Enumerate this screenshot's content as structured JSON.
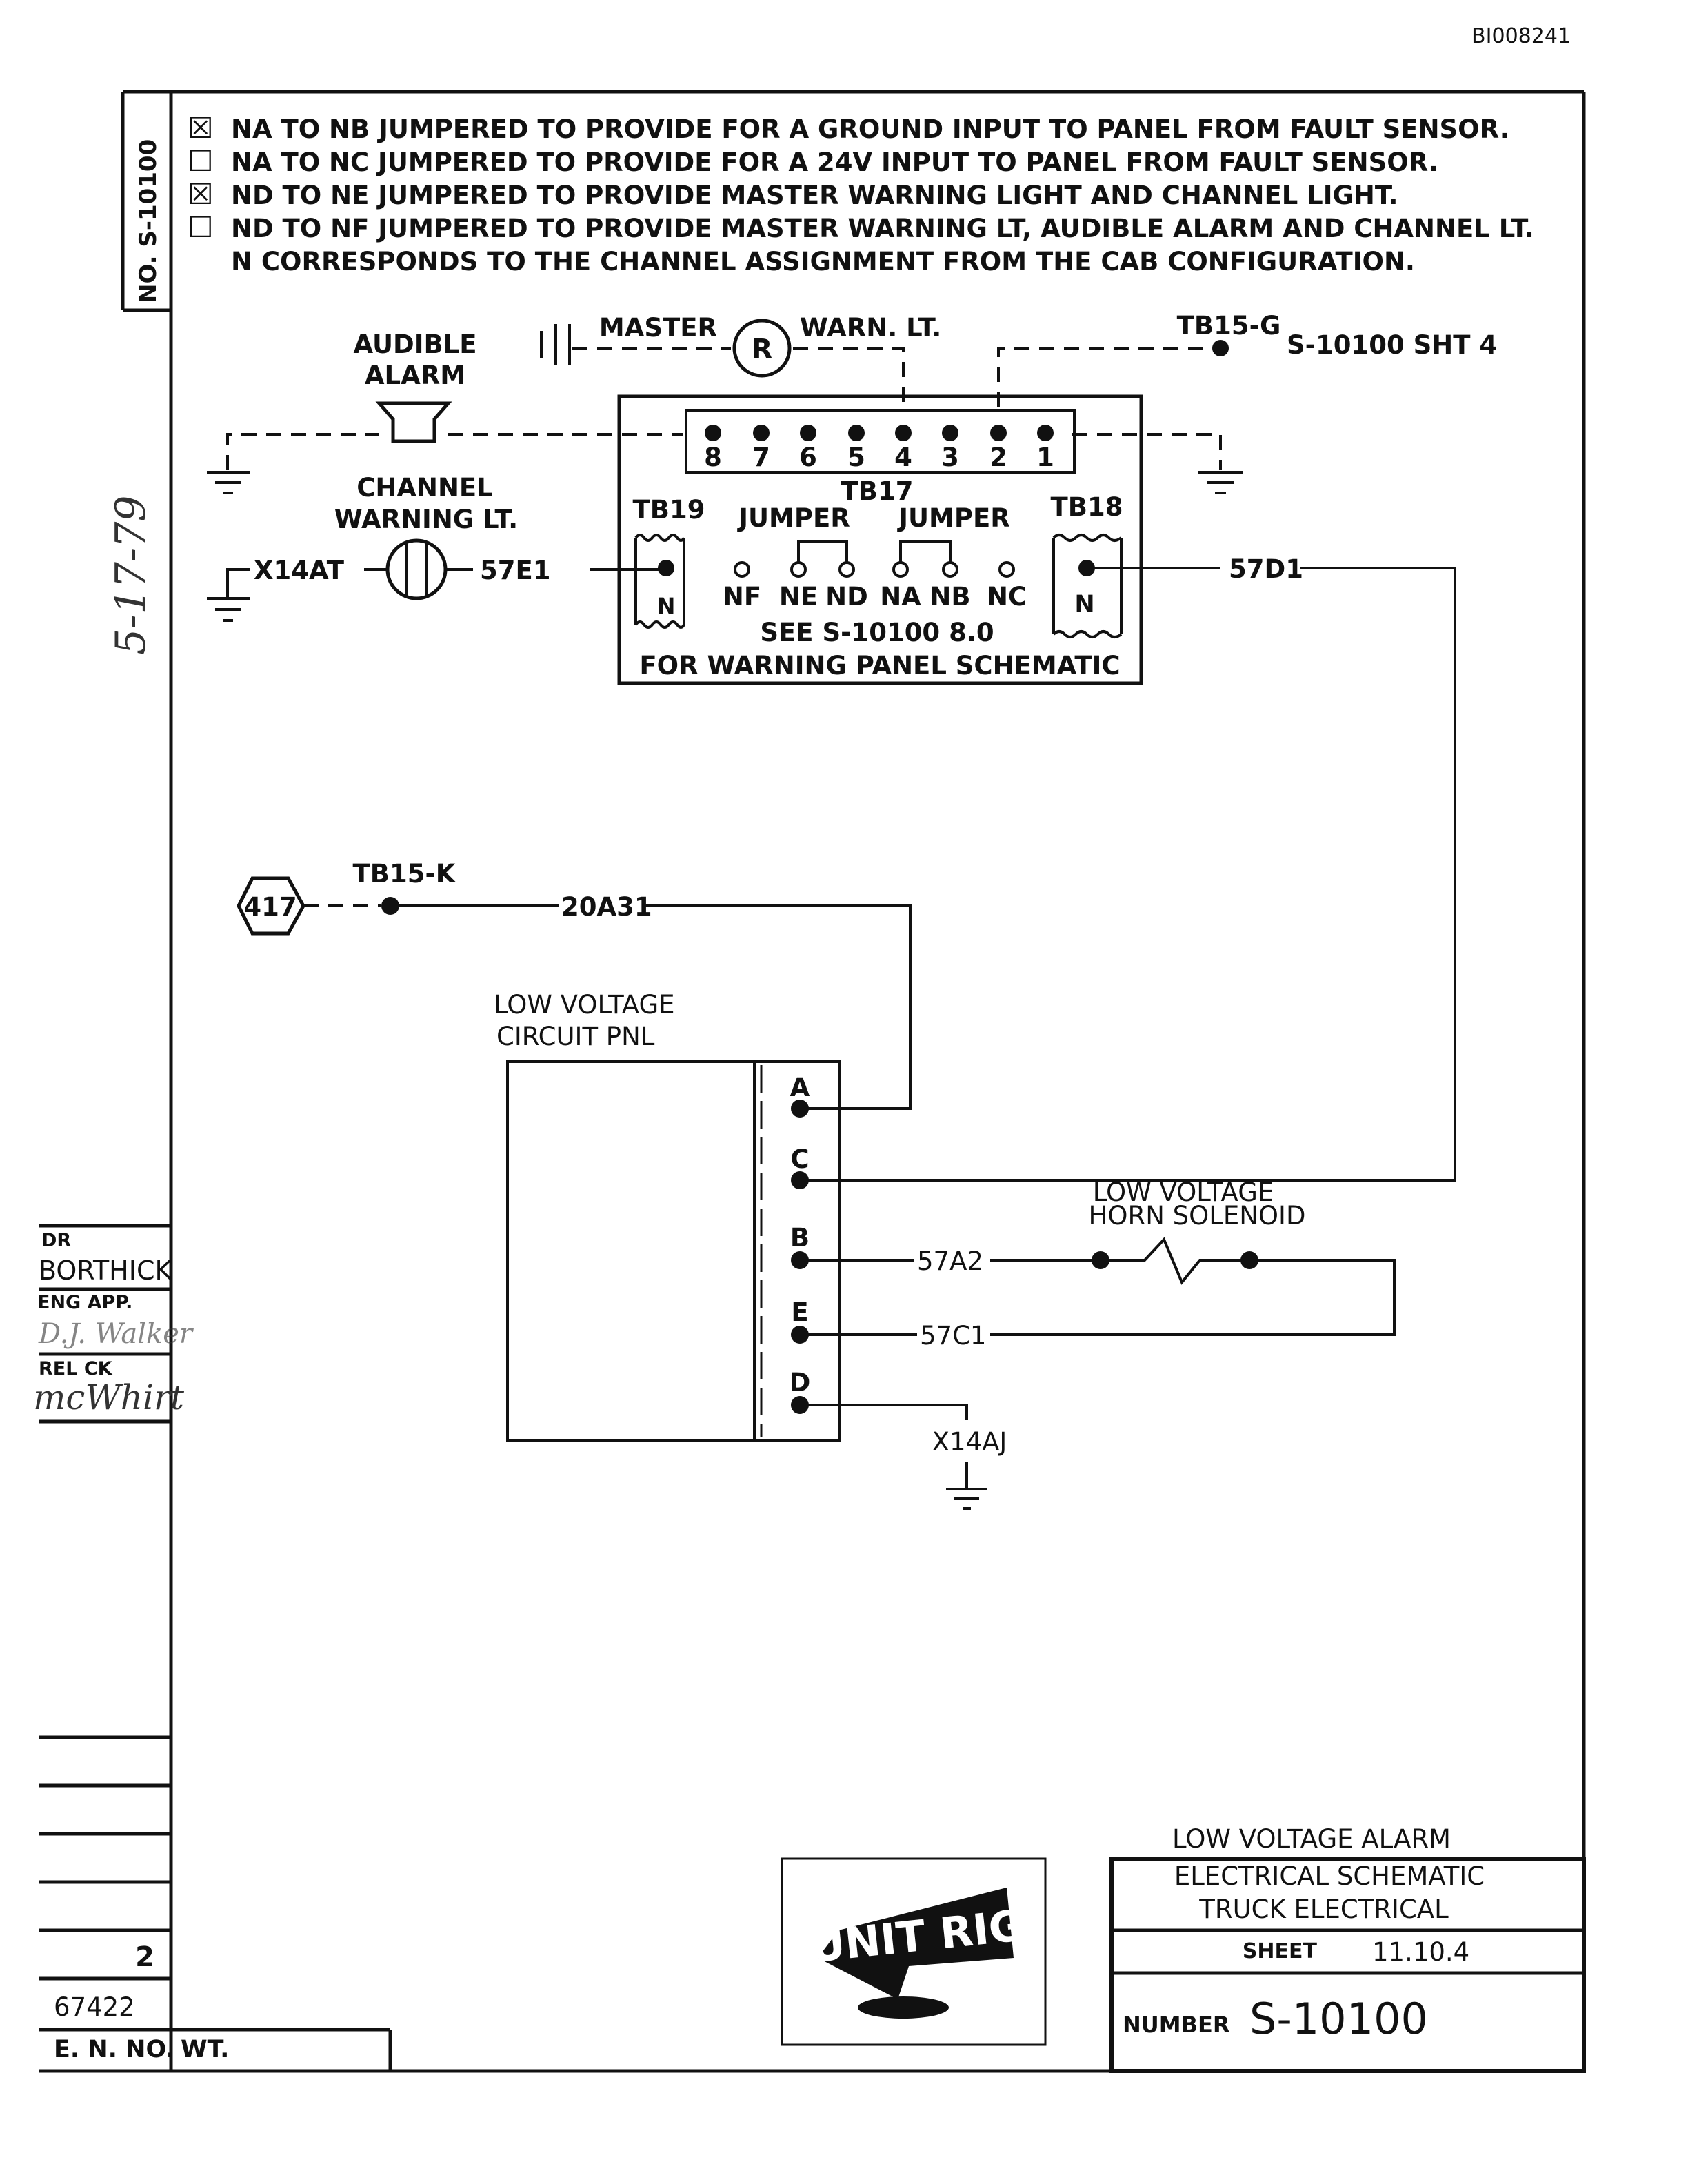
{
  "doc_id": "BI008241",
  "side_tab": "NO. S-10100",
  "notes": [
    {
      "checked": true,
      "text": "NA TO NB JUMPERED TO PROVIDE FOR A GROUND INPUT TO PANEL FROM FAULT SENSOR."
    },
    {
      "checked": false,
      "text": "NA TO NC JUMPERED TO PROVIDE FOR A 24V INPUT TO PANEL FROM FAULT SENSOR."
    },
    {
      "checked": true,
      "text": "ND TO NE JUMPERED TO PROVIDE MASTER WARNING LIGHT AND CHANNEL LIGHT."
    },
    {
      "checked": false,
      "text": "ND TO NF JUMPERED TO PROVIDE MASTER WARNING LT, AUDIBLE ALARM AND CHANNEL LT."
    }
  ],
  "note_footer": "N CORRESPONDS TO THE CHANNEL ASSIGNMENT FROM THE CAB CONFIGURATION.",
  "symbols": {
    "check_mark": "☒",
    "empty_box": "☐"
  },
  "diagram": {
    "audible_alarm_1": "AUDIBLE",
    "audible_alarm_2": "ALARM",
    "master": "MASTER",
    "master_symbol": "R",
    "warn_lt": "WARN. LT.",
    "tb15g": "TB15-G",
    "s10100_sht4": "S-10100 SHT 4",
    "channel_lt_1": "CHANNEL",
    "channel_lt_2": "WARNING LT.",
    "x14at": "X14AT",
    "wire_57e1": "57E1",
    "wire_57d1": "57D1",
    "tb19": "TB19",
    "tb17": "TB17",
    "tb18": "TB18",
    "jumper_1": "JUMPER",
    "jumper_2": "JUMPER",
    "n": "N",
    "pins": [
      "8",
      "7",
      "6",
      "5",
      "4",
      "3",
      "2",
      "1"
    ],
    "terminals": [
      "NF",
      "NE",
      "ND",
      "NA",
      "NB",
      "NC"
    ],
    "see_ref_1": "SEE S-10100 8.0",
    "see_ref_2": "FOR WARNING PANEL SCHEMATIC",
    "hex_417": "417",
    "tb15k": "TB15-K",
    "wire_20a31": "20A31",
    "lv_panel_1": "LOW VOLTAGE",
    "lv_panel_2": "CIRCUIT PNL",
    "panel_pins": [
      "A",
      "C",
      "B",
      "E",
      "D"
    ],
    "horn_1": "LOW VOLTAGE",
    "horn_2": "HORN SOLENOID",
    "wire_57a2": "57A2",
    "wire_57c1": "57C1",
    "x14aj": "X14AJ"
  },
  "margin": {
    "date_hand": "5-17-79",
    "dr_label": "DR",
    "dr_name": "BORTHICK",
    "eng_app_label": "ENG APP.",
    "eng_app_sig": "D.J. Walker",
    "rel_ck_label": "REL CK",
    "rel_ck_sig": "mcWhirt",
    "rev": "2",
    "en_no_value": "67422",
    "en_no_label": "E. N. NO.",
    "wt_label": "WT."
  },
  "title_block": {
    "logo_text": "UNIT RIG",
    "title_1": "LOW VOLTAGE ALARM",
    "title_2": "ELECTRICAL SCHEMATIC",
    "title_3": "TRUCK ELECTRICAL",
    "sheet_label": "SHEET",
    "sheet_value": "11.10.4",
    "number_label": "NUMBER",
    "number_value": "S-10100"
  }
}
